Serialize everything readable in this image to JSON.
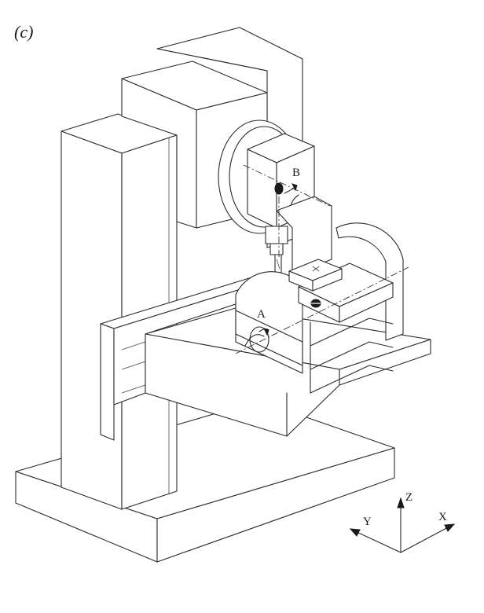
{
  "figure": {
    "label": "(c)"
  },
  "annotations": {
    "axis_b": "B",
    "axis_a": "A"
  },
  "coordinate_axes": {
    "z": "Z",
    "x": "X",
    "y": "Y"
  }
}
